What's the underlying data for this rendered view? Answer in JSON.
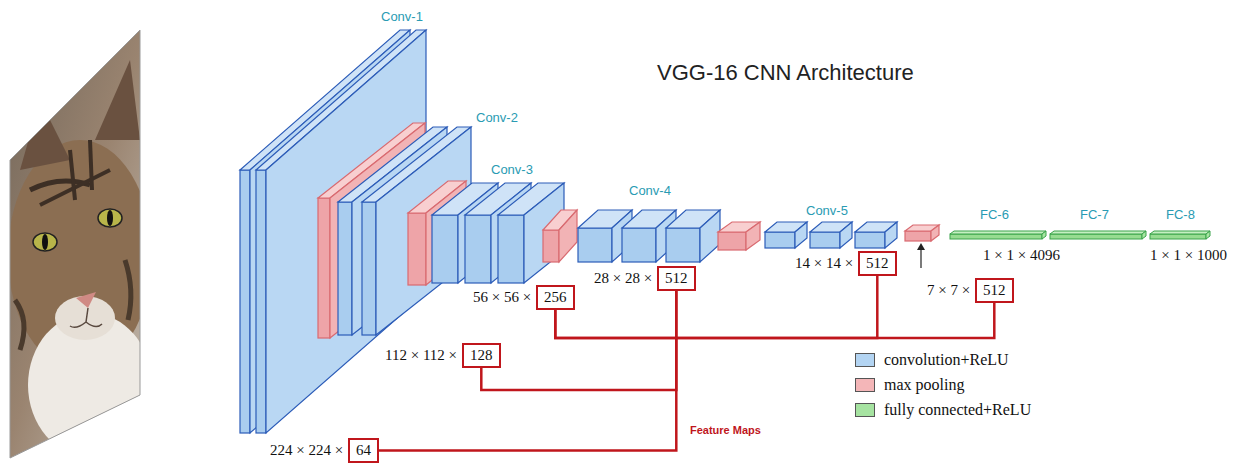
{
  "diagram": {
    "title": "VGG-16 CNN Architecture",
    "nodes": [
      {
        "text": [
          "64"
        ]
      },
      {
        "text": [
          "128"
        ]
      },
      {
        "text": [
          "256"
        ]
      },
      {
        "text": [
          "512"
        ]
      },
      {
        "text": [
          "512"
        ]
      },
      {
        "text": [
          "512"
        ]
      }
    ],
    "edges": [
      {
        "from": 0,
        "to": 3,
        "arrow": "none"
      },
      {
        "from": 1,
        "to": 3,
        "arrow": "none"
      },
      {
        "from": 2,
        "to": 4,
        "arrow": "none"
      },
      {
        "from": 2,
        "to": 5,
        "arrow": "none"
      }
    ],
    "labels": [
      "Conv-1",
      "Conv-2",
      "Conv-3",
      "Conv-4",
      "Conv-5",
      "FC-6",
      "FC-7",
      "FC-8",
      "224 × 224 ×",
      "112 × 112 ×",
      "56 × 56 ×",
      "28 × 28 ×",
      "14 × 14 ×",
      "7 × 7 ×",
      "1 × 1 × 4096",
      "1 × 1 × 1000",
      "Feature Maps"
    ],
    "legend": [
      {
        "text": "convolution+ReLU",
        "color": "#b3d4f2"
      },
      {
        "text": "max pooling",
        "color": "#f4b6b8"
      },
      {
        "text": "fully connected+ReLU",
        "color": "#a6e3a1"
      }
    ]
  }
}
